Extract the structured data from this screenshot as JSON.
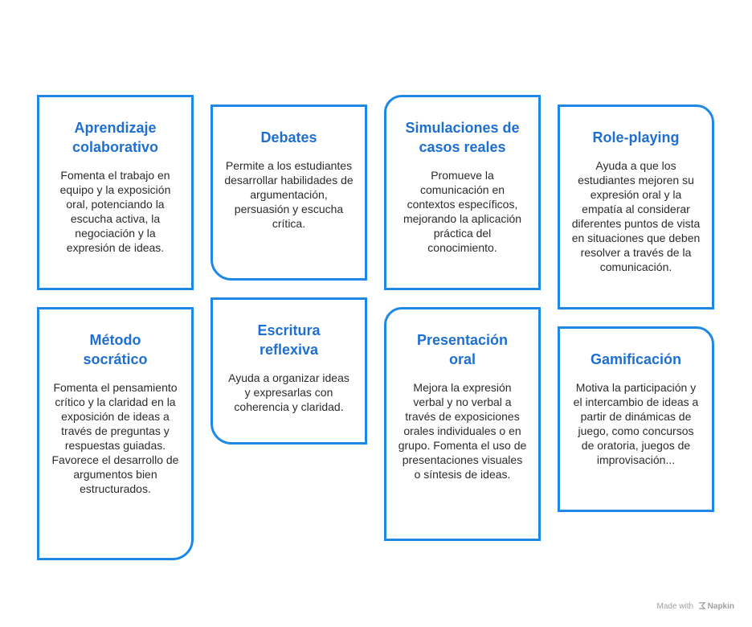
{
  "cards": [
    {
      "title": "Aprendizaje colaborativo",
      "body": "Fomenta el trabajo en equipo y la exposición oral, potenciando la escucha activa, la negociación y la expresión de ideas."
    },
    {
      "title": "Debates",
      "body": "Permite a los estudiantes desarrollar habilidades de argumentación, persuasión y escucha crítica."
    },
    {
      "title": "Simulaciones de casos reales",
      "body": "Promueve la comunicación en contextos específicos, mejorando la aplicación práctica del conocimiento."
    },
    {
      "title": "Role-playing",
      "body": "Ayuda a que los estudiantes mejoren su expresión oral y la empatía al considerar diferentes puntos de vista en situaciones que deben resolver a través de la comunicación."
    },
    {
      "title": "Método socrático",
      "body": "Fomenta el pensamiento crítico y la claridad en la exposición de ideas a través de preguntas y respuestas guiadas. Favorece el desarrollo de argumentos bien estructurados."
    },
    {
      "title": "Escritura reflexiva",
      "body": "Ayuda a organizar ideas y expresarlas con coherencia y claridad."
    },
    {
      "title": "Presentación oral",
      "body": "Mejora la expresión verbal y no verbal a través de exposiciones orales individuales o en grupo. Fomenta el uso de presentaciones visuales o síntesis de ideas."
    },
    {
      "title": "Gamificación",
      "body": "Motiva la participación y el intercambio de ideas a partir de dinámicas de juego, como concursos de oratoria, juegos de improvisación..."
    }
  ],
  "footer": {
    "made_with": "Made with",
    "brand": "Napkin"
  },
  "colors": {
    "accent": "#1e88e5",
    "title": "#1e6fd0",
    "text": "#2b2b2b"
  }
}
